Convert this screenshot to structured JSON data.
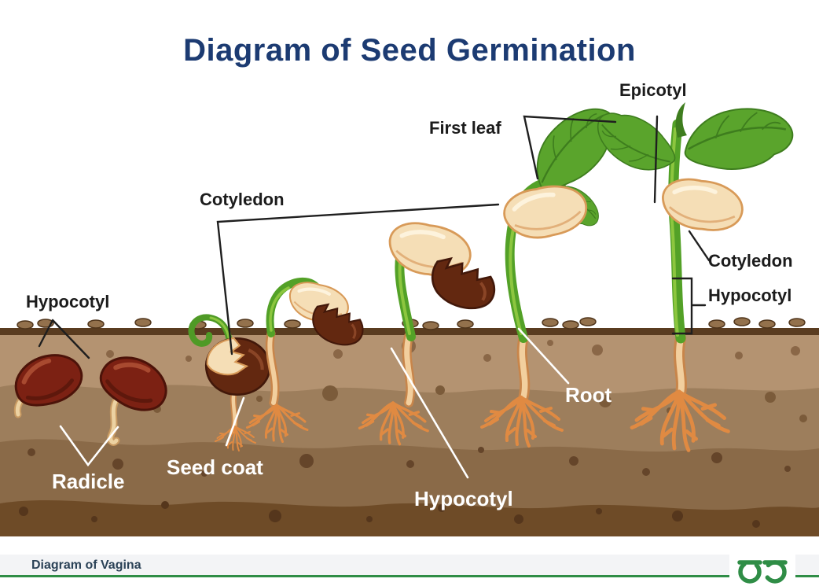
{
  "title": "Diagram of Seed Germination",
  "labels": {
    "epicotyl": "Epicotyl",
    "first_leaf": "First leaf",
    "cotyledon_left": "Cotyledon",
    "hypocotyl_left": "Hypocotyl",
    "cotyledon_right": "Cotyledon",
    "hypocotyl_right": "Hypocotyl",
    "radicle": "Radicle",
    "seed_coat": "Seed coat",
    "hypocotyl_bottom": "Hypocotyl",
    "root": "Root"
  },
  "footer": {
    "caption": "Diagram of Vagina",
    "logo": "geeksforgeeks-logo"
  },
  "colors": {
    "title_navy": "#1c3b72",
    "accent_green": "#2f8d46",
    "footer_bg": "#f3f4f6",
    "footer_text": "#2b4257",
    "soil_band_1": "#b49371",
    "soil_band_2": "#9d7e5c",
    "soil_band_3": "#8a6a48",
    "soil_band_4": "#6e4b27",
    "soil_surface": "#5a3c20",
    "seed_maroon": "#7c2113",
    "seed_coat_brown": "#632810",
    "cotyledon_cream": "#f5deb6",
    "stem_green": "#53a127",
    "leaf_green": "#5aa42c",
    "root_orange": "#e08a42",
    "callout_dark": "#1f1f1f",
    "callout_light": "#ffffff"
  }
}
